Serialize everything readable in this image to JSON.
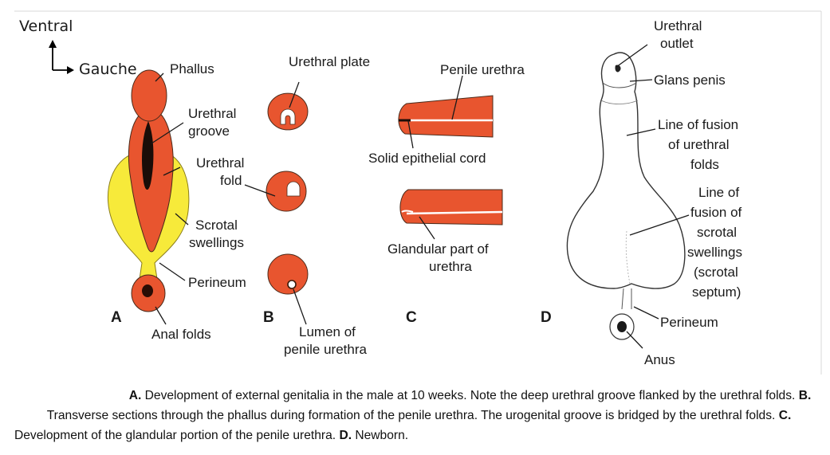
{
  "orientation": {
    "vertical": "Ventral",
    "horizontal": "Gauche"
  },
  "colors": {
    "tissue": "#e8552f",
    "swelling": "#f7ea3a",
    "outline": "#4a2a1a"
  },
  "panels": {
    "A": {
      "letter": "A",
      "labels": {
        "phallus": "Phallus",
        "urethral_groove": [
          "Urethral",
          "groove"
        ],
        "urethral_fold": [
          "Urethral",
          "fold"
        ],
        "scrotal_swellings": [
          "Scrotal",
          "swellings"
        ],
        "perineum": "Perineum",
        "anal_folds": "Anal folds"
      }
    },
    "B": {
      "letter": "B",
      "labels": {
        "urethral_plate": "Urethral plate",
        "lumen": [
          "Lumen of",
          "penile urethra"
        ]
      }
    },
    "C": {
      "letter": "C",
      "labels": {
        "penile_urethra": "Penile urethra",
        "solid_cord": "Solid epithelial cord",
        "glandular_part": [
          "Glandular part of",
          "urethra"
        ]
      }
    },
    "D": {
      "letter": "D",
      "labels": {
        "urethral_outlet": [
          "Urethral",
          "outlet"
        ],
        "glans_penis": "Glans penis",
        "line_fusion_folds": [
          "Line of fusion",
          "of urethral",
          "folds"
        ],
        "line_fusion_swellings": [
          "Line of",
          "fusion of",
          "scrotal",
          "swellings",
          "(scrotal",
          "septum)"
        ],
        "perineum": "Perineum",
        "anus": "Anus"
      }
    }
  },
  "caption": {
    "A_letter": "A.",
    "A_text": " Development of external genitalia in the male at 10 weeks. Note the deep urethral groove flanked by the urethral folds. ",
    "B_letter": "B.",
    "B_text": " Transverse sections through the phallus during formation of the penile urethra. The urogenital groove is bridged by the urethral folds. ",
    "C_letter": "C.",
    "C_text": " Development of the glandular portion of the penile urethra. ",
    "D_letter": "D.",
    "D_text": " Newborn."
  }
}
